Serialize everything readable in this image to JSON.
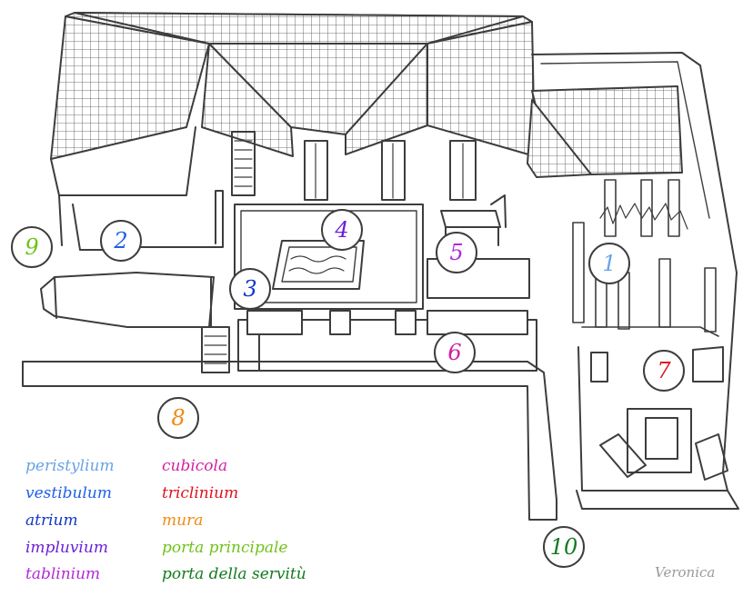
{
  "markers": [
    {
      "id": "marker-1",
      "label": "1",
      "color": "#6aa2e6"
    },
    {
      "id": "marker-2",
      "label": "2",
      "color": "#1f5fe8"
    },
    {
      "id": "marker-3",
      "label": "3",
      "color": "#1238c9"
    },
    {
      "id": "marker-4",
      "label": "4",
      "color": "#6b1fd6"
    },
    {
      "id": "marker-5",
      "label": "5",
      "color": "#b32ad9"
    },
    {
      "id": "marker-6",
      "label": "6",
      "color": "#d11fa3"
    },
    {
      "id": "marker-7",
      "label": "7",
      "color": "#e0121e"
    },
    {
      "id": "marker-8",
      "label": "8",
      "color": "#f08a12"
    },
    {
      "id": "marker-9",
      "label": "9",
      "color": "#6fc21a"
    },
    {
      "id": "marker-10",
      "label": "10",
      "color": "#137a1e"
    }
  ],
  "legend": [
    {
      "label": "peristylium",
      "color": "#6aa2e6"
    },
    {
      "label": "vestibulum",
      "color": "#1f5fe8"
    },
    {
      "label": "atrium",
      "color": "#1238c9"
    },
    {
      "label": "impluvium",
      "color": "#6b1fd6"
    },
    {
      "label": "tablinium",
      "color": "#b32ad9"
    },
    {
      "label": "cubicola",
      "color": "#d11fa3"
    },
    {
      "label": "triclinium",
      "color": "#e0121e"
    },
    {
      "label": "mura",
      "color": "#f08a12"
    },
    {
      "label": "porta principale",
      "color": "#6fc21a"
    },
    {
      "label": "porta della servitù",
      "color": "#137a1e"
    }
  ],
  "credit": "Veronica"
}
